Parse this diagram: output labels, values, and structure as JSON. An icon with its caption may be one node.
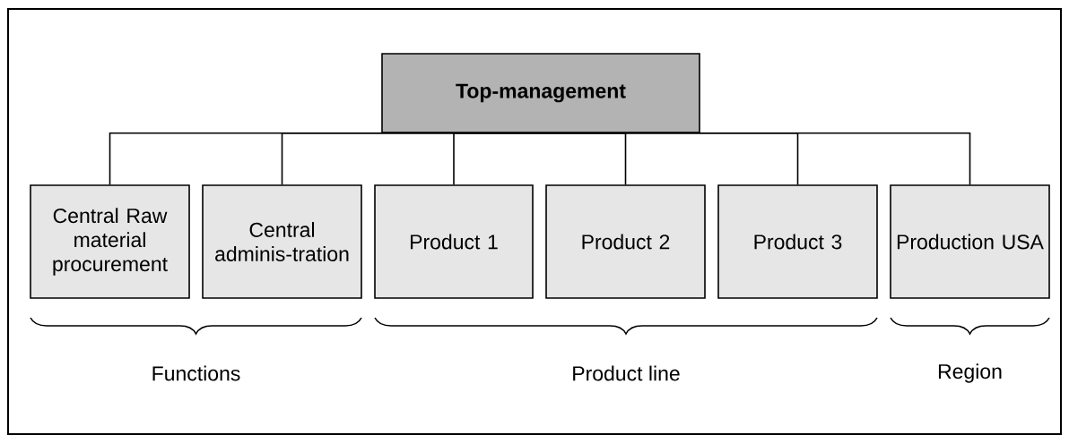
{
  "diagram": {
    "nodes": [
      {
        "text": [
          "Top-management"
        ]
      },
      {
        "text": [
          "Central Raw material procurement"
        ]
      },
      {
        "text": [
          "Central adminis-tration"
        ]
      },
      {
        "text": [
          "Product 1"
        ]
      },
      {
        "text": [
          "Product 2"
        ]
      },
      {
        "text": [
          "Product 3"
        ]
      },
      {
        "text": [
          "Production USA"
        ]
      }
    ],
    "edges": [
      {
        "from": 0,
        "to": 1,
        "arrow": "none"
      },
      {
        "from": 0,
        "to": 2,
        "arrow": "none"
      },
      {
        "from": 0,
        "to": 3,
        "arrow": "none"
      },
      {
        "from": 0,
        "to": 4,
        "arrow": "none"
      },
      {
        "from": 0,
        "to": 5,
        "arrow": "none"
      },
      {
        "from": 0,
        "to": 6,
        "arrow": "none"
      }
    ],
    "labels": [
      "Functions",
      "Product line",
      "Region"
    ]
  }
}
